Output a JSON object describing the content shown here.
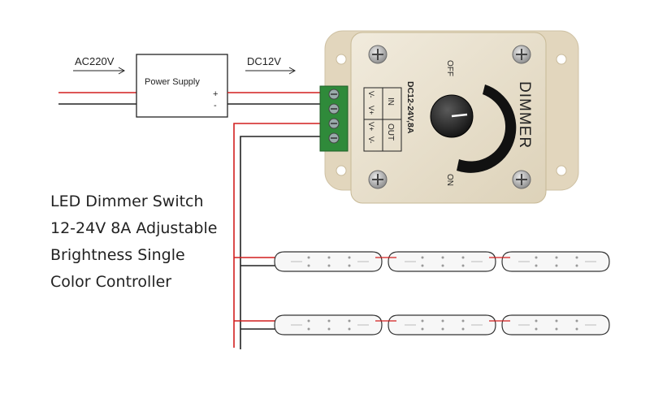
{
  "labels": {
    "ac_input": "AC220V",
    "dc_output": "DC12V",
    "power_supply": "Power Supply",
    "plus": "+",
    "minus": "-"
  },
  "dimmer": {
    "title": "DIMMER",
    "spec": "DC12-24V,8A",
    "in_label": "IN",
    "out_label": "OUT",
    "pins": [
      "V-",
      "V+",
      "V+",
      "V-"
    ],
    "off_label": "OFF",
    "on_label": "ON"
  },
  "caption": {
    "line1": "LED Dimmer Switch",
    "line2": "12-24V 8A Adjustable",
    "line3": "Brightness Single",
    "line4": "Color Controller"
  },
  "colors": {
    "body": "#ece4d3",
    "flange": "#e2d6bd",
    "terminal": "#2f8a3a",
    "wire_red": "#d21f1f",
    "wire_black": "#222222",
    "knob": "#2a2a2a"
  }
}
